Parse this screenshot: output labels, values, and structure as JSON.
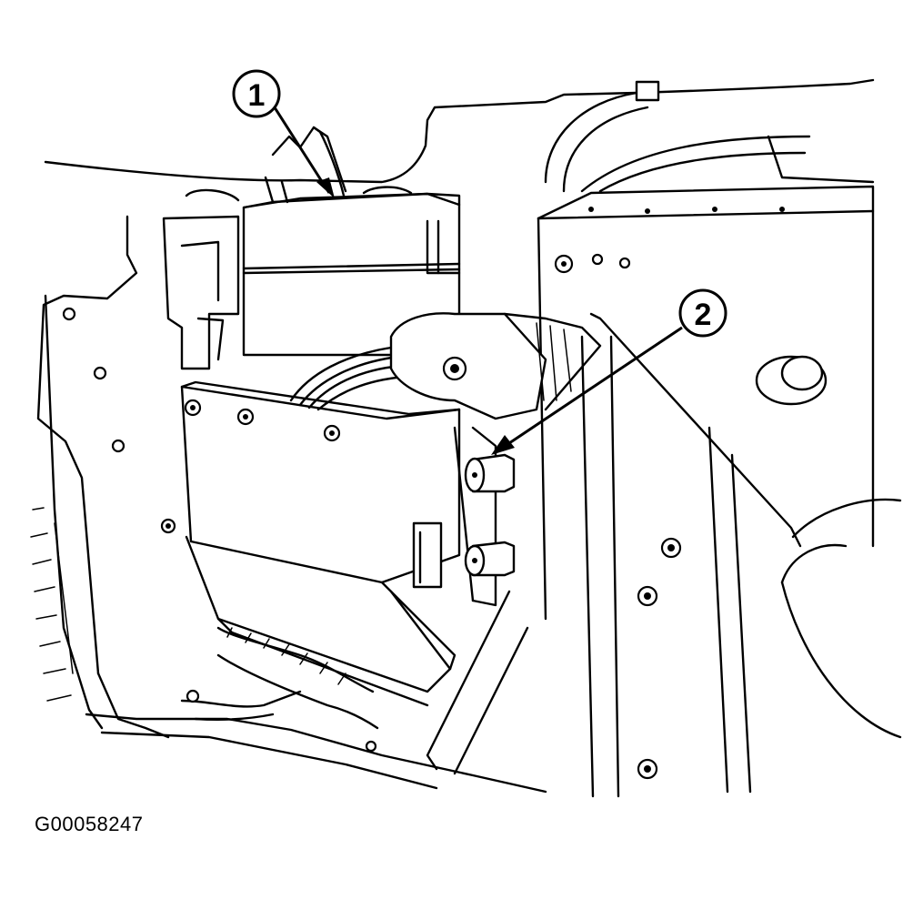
{
  "figure": {
    "id_label": "G00058247"
  },
  "callouts": [
    {
      "number": "1",
      "target": "module-upper-housing"
    },
    {
      "number": "2",
      "target": "mounting-stud"
    }
  ]
}
